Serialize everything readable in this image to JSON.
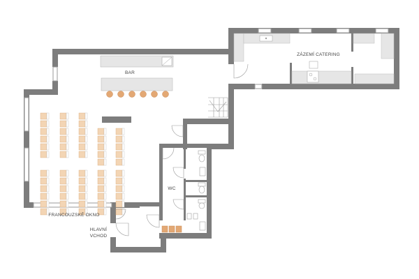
{
  "labels": {
    "bar": "BAR",
    "catering": "ZÁZEMÍ CATERING",
    "wc": "WC",
    "french_window": "FRANCOUZSKÉ OKNO",
    "entrance_line1": "HLAVNÍ",
    "entrance_line2": "VCHOD"
  },
  "colors": {
    "wall": "#7d7d7d",
    "counter": "#e6e6e6",
    "stool": "#e3a874",
    "chair": "#f3d5b4",
    "table": "#ffffff",
    "text": "#444444",
    "fixture": "#ffffff"
  },
  "icons": [
    "toilet-icon",
    "sink-icon",
    "stove-icon",
    "door-swing-icon",
    "stairs-icon"
  ]
}
